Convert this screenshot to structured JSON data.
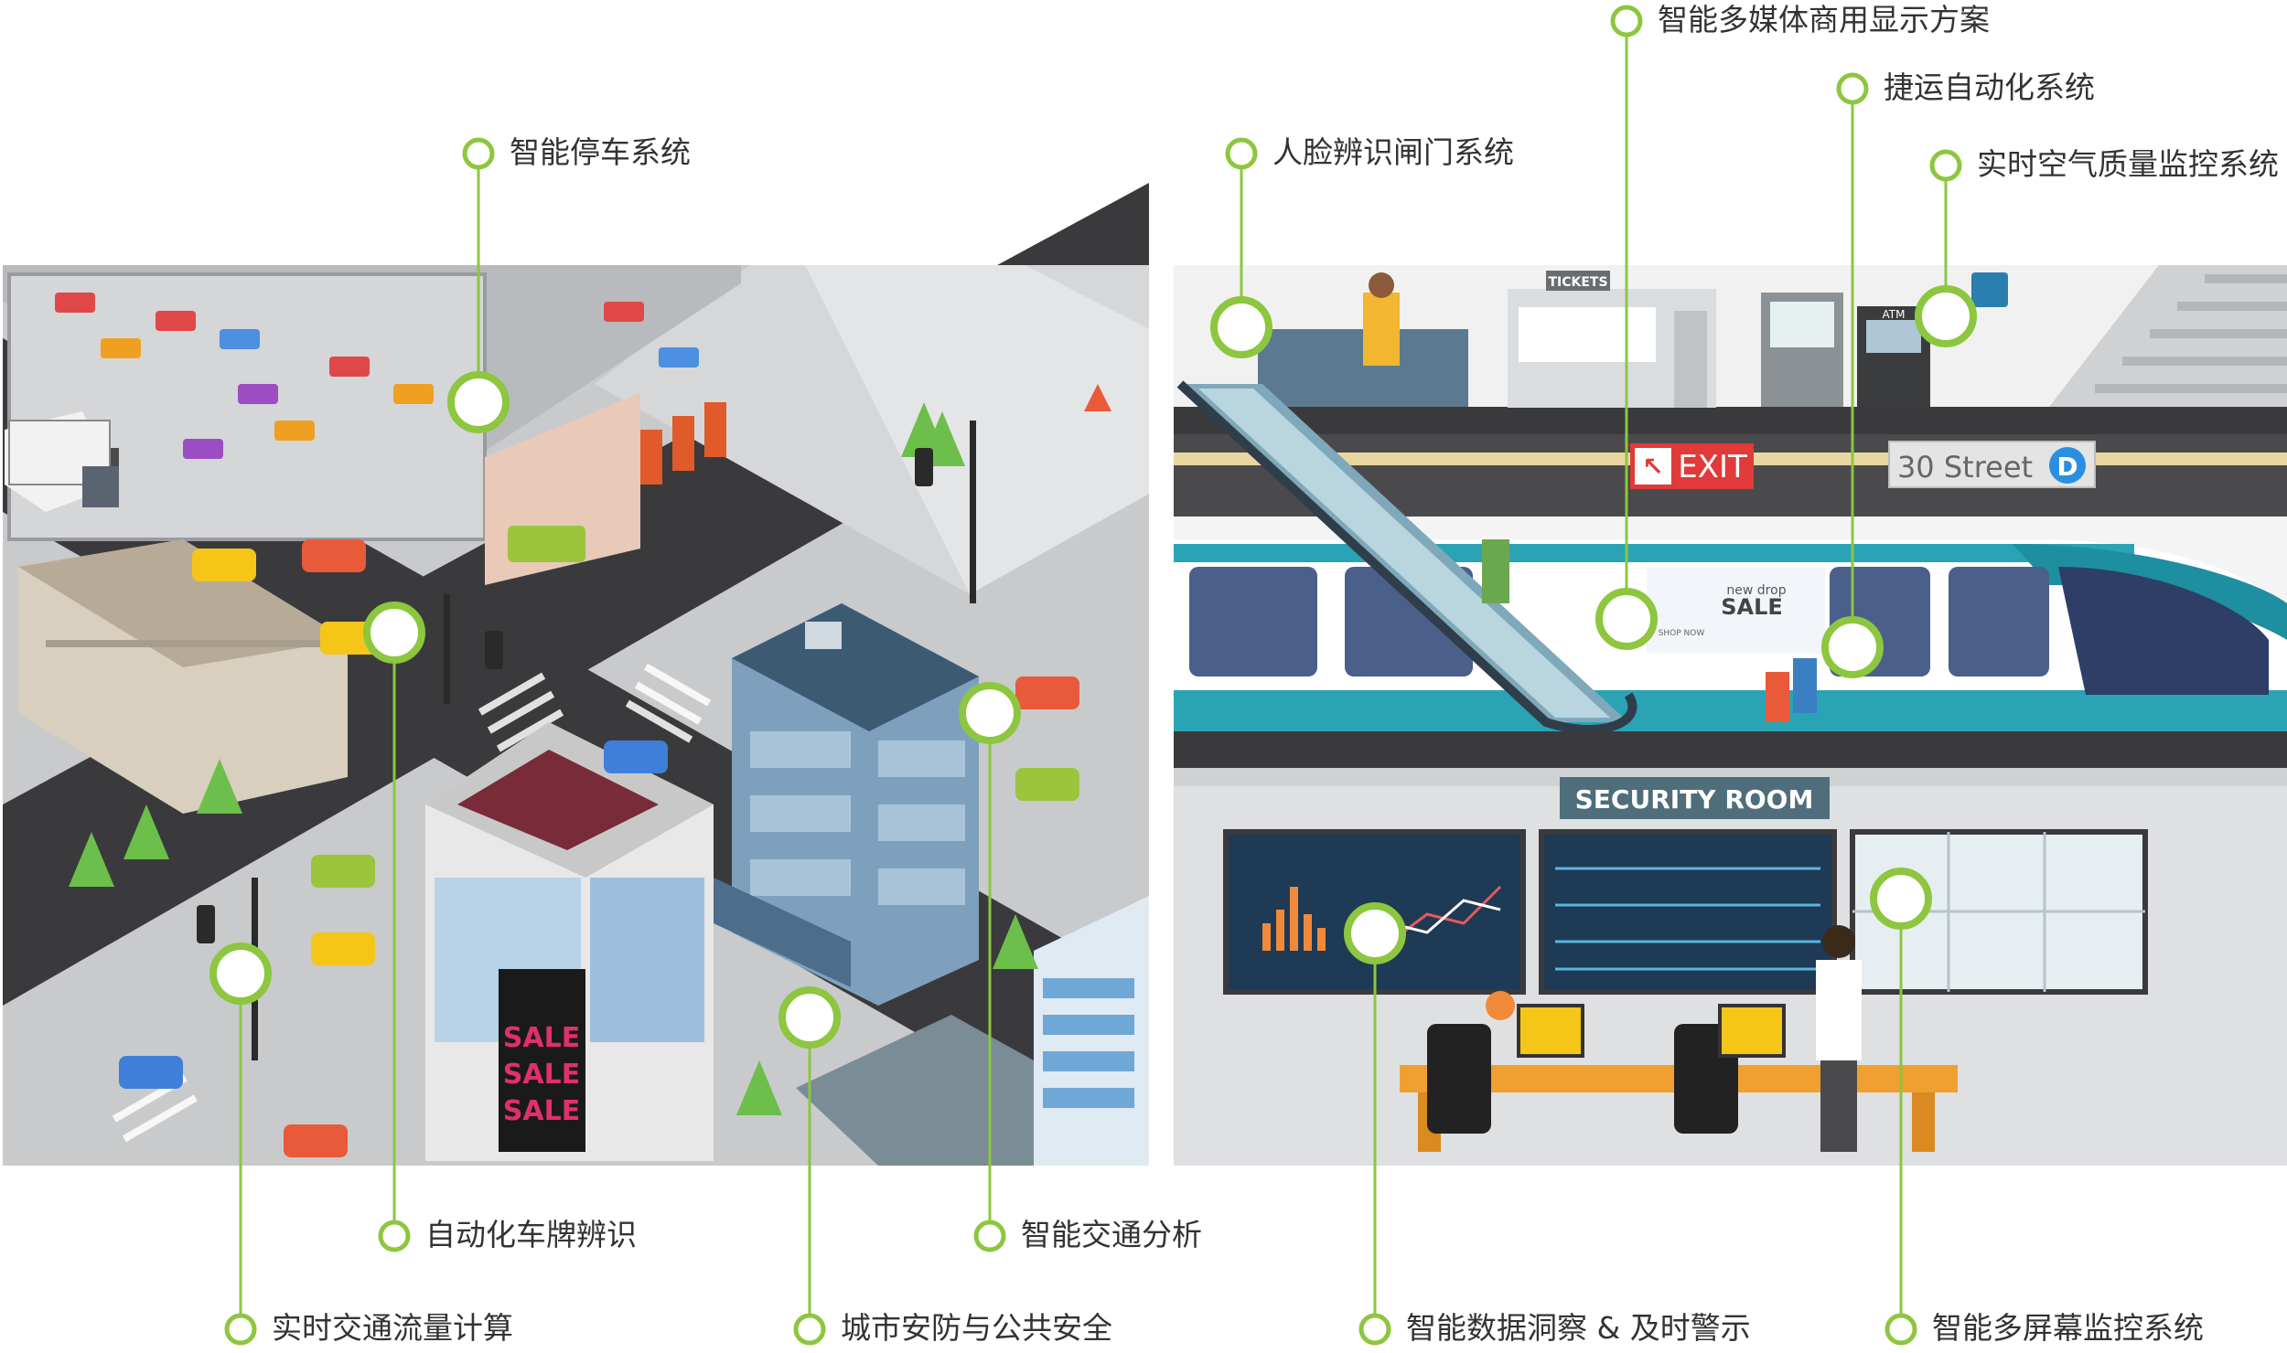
{
  "colors": {
    "accent": "#8dc63f",
    "road": "#3a3a3c",
    "train_teal": "#2aa3b5",
    "exit_red": "#e03a3a",
    "station_gray": "#4a4a4c"
  },
  "city_scene": {
    "billboard_words": [
      "SALE",
      "SALE",
      "SALE"
    ]
  },
  "metro_scene": {
    "tickets_sign": "TICKETS",
    "atm_sign": "ATM",
    "exit_sign": "EXIT",
    "street_sign": "30 Street",
    "line_badge": "D",
    "ad_small": "new drop",
    "ad_big": "SALE",
    "ad_cta": "SHOP NOW",
    "security_room": "SECURITY ROOM"
  },
  "labels": {
    "parking": "智能停车系统",
    "face_gate": "人脸辨识闸门系统",
    "multimedia": "智能多媒体商用显示方案",
    "metro_automation": "捷运自动化系统",
    "air_quality": "实时空气质量监控系统",
    "plate_recognition": "自动化车牌辨识",
    "traffic_analysis": "智能交通分析",
    "traffic_flow": "实时交通流量计算",
    "city_security": "城市安防与公共安全",
    "data_insight": "智能数据洞察 & 及时警示",
    "multi_screen": "智能多屏幕监控系统"
  }
}
